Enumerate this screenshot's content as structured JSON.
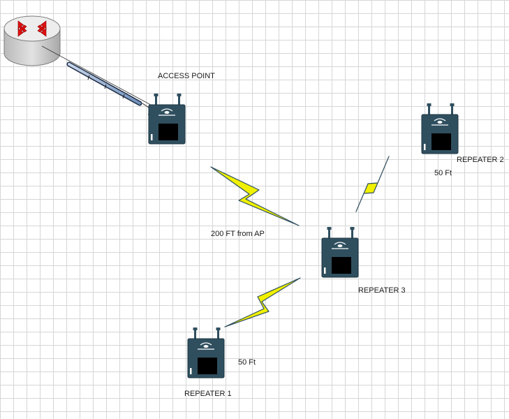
{
  "labels": {
    "access_point": "ACCESS POINT",
    "repeater_1": "REPEATER 1",
    "repeater_2": "REPEATER 2",
    "repeater_3": "REPEATER 3",
    "link_ap_r3": "200 FT from AP",
    "link_r3_r2": "50 Ft",
    "link_r3_r1": "50 Ft"
  },
  "colors": {
    "device_body": "#2f4f5f",
    "lightning_fill": "#f0f000",
    "router_arrows": "#e01010",
    "grid": "#d6d6d6"
  },
  "icons": {
    "router": "router-icon",
    "access_point": "wireless-access-point-icon",
    "link": "wireless-lightning-icon"
  }
}
